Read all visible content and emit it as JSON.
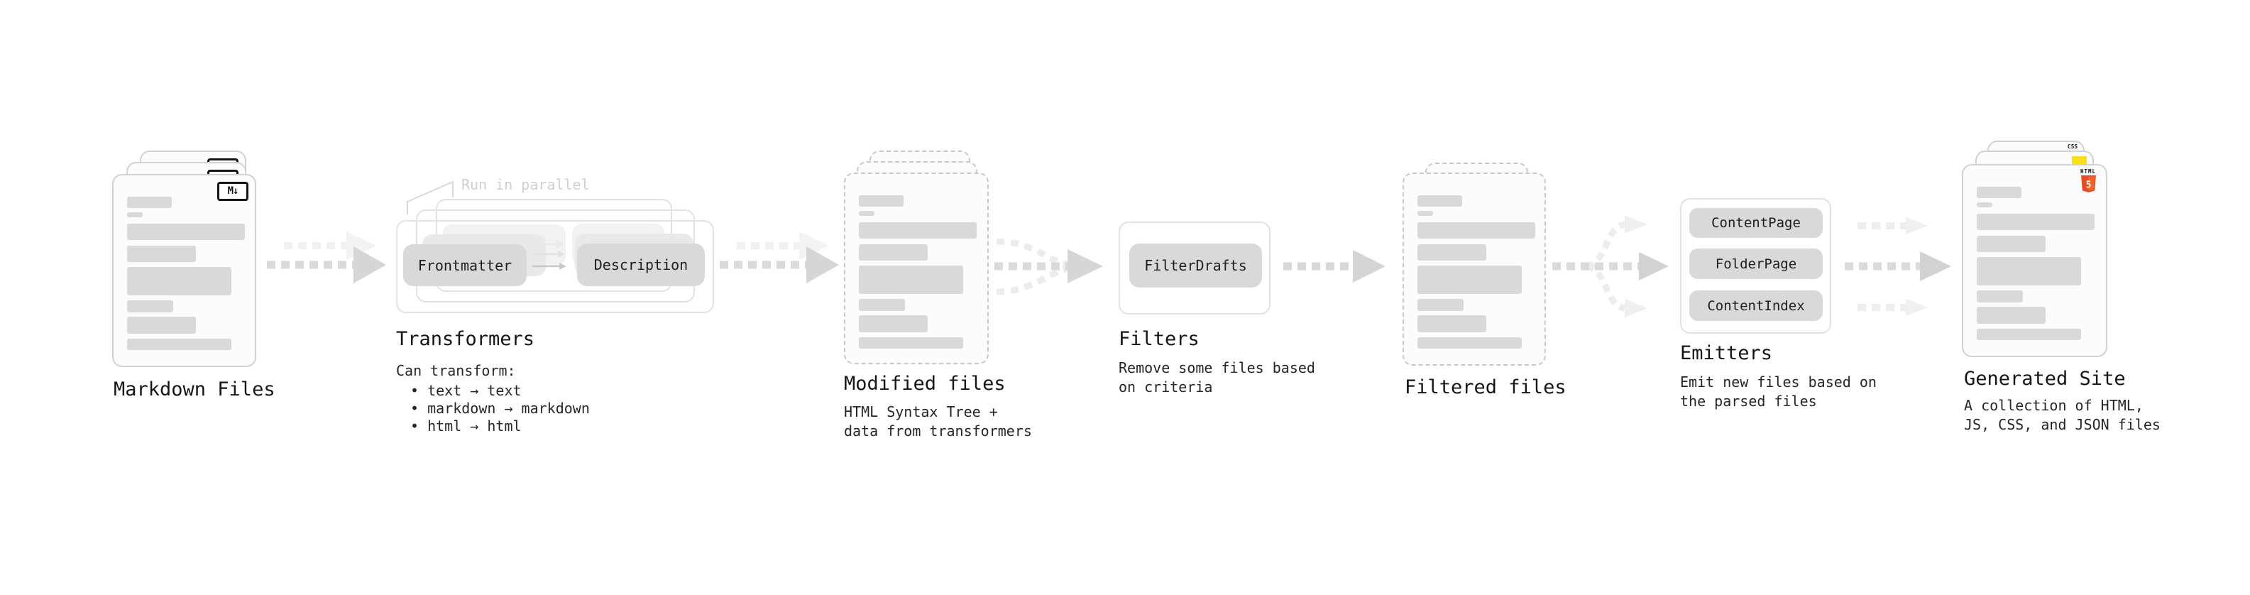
{
  "diagram": {
    "markdown": {
      "label": "Markdown Files",
      "badge": "M↓"
    },
    "transformers": {
      "heading": "Transformers",
      "parallel_note": "Run in parallel",
      "desc_title": "Can transform:",
      "bullets": [
        "• text → text",
        "• markdown → markdown",
        "• html → html"
      ],
      "buttons": [
        "Frontmatter",
        "Description"
      ]
    },
    "modified": {
      "heading": "Modified files",
      "desc": "HTML Syntax Tree +\ndata from transformers"
    },
    "filters": {
      "heading": "Filters",
      "desc": "Remove some files based\non criteria",
      "buttons": [
        "FilterDrafts"
      ]
    },
    "filtered": {
      "heading": "Filtered files"
    },
    "emitters": {
      "heading": "Emitters",
      "desc": "Emit new files based on\nthe parsed files",
      "buttons": [
        "ContentPage",
        "FolderPage",
        "ContentIndex"
      ]
    },
    "generated": {
      "heading": "Generated Site",
      "desc": "A collection of HTML,\nJS, CSS, and JSON files",
      "badge_html_label": "HTML",
      "badge_html_number": "5",
      "badge_css": "CSS"
    }
  },
  "colors": {
    "html_orange": "#e44d26",
    "html_orange_light": "#f16529",
    "js_yellow": "#f7df1e",
    "css_blue": "#2b63f6",
    "bar_gray": "#d9d9d9",
    "chip_gray": "#d9d9d9",
    "arrow_gray": "#d6d6d6",
    "ghost_gray": "#efefef"
  }
}
